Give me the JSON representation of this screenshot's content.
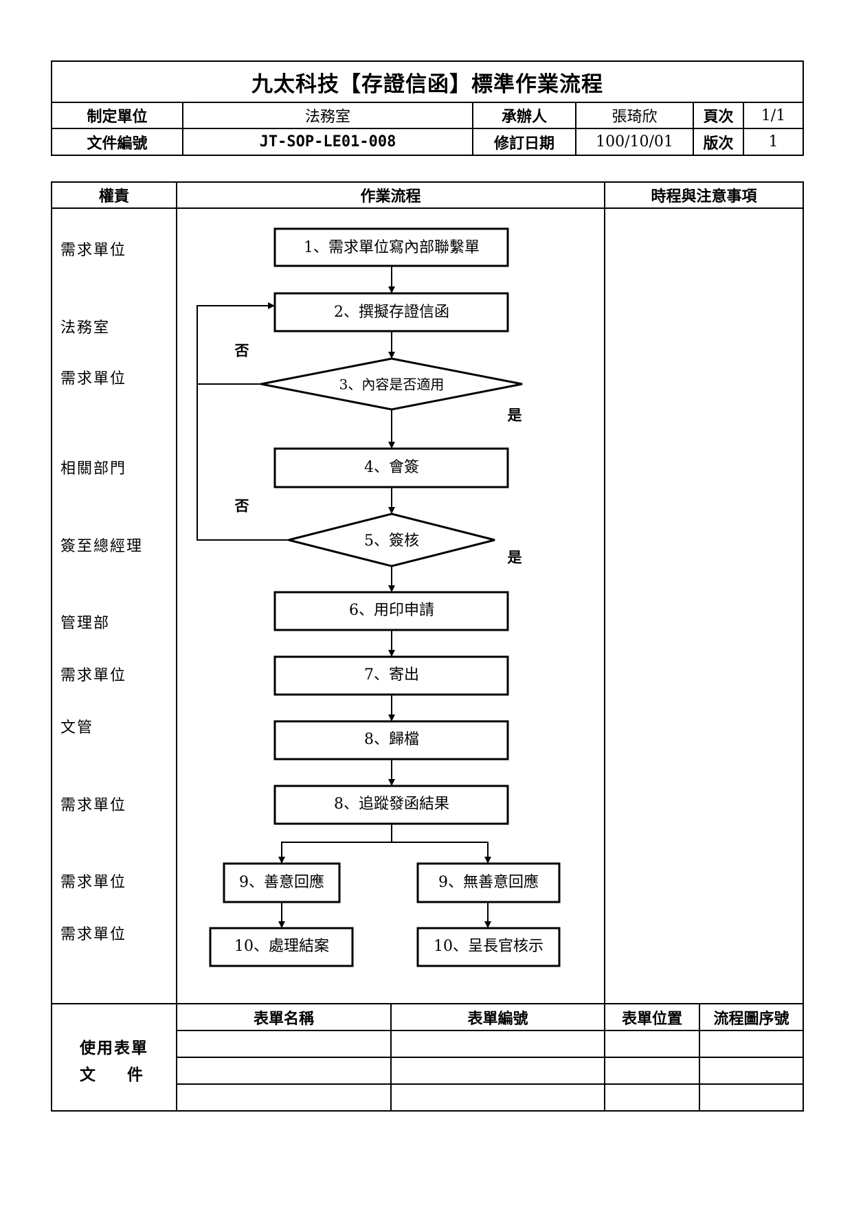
{
  "header": {
    "title": "九太科技【存證信函】標準作業流程",
    "row1": {
      "unit_label": "制定單位",
      "unit_value": "法務室",
      "handler_label": "承辦人",
      "handler_value": "張琦欣",
      "page_label": "頁次",
      "page_value": "1/1"
    },
    "row2": {
      "docno_label": "文件編號",
      "docno_value": "JT-SOP-LE01-008",
      "revdate_label": "修訂日期",
      "revdate_value": "100/10/01",
      "version_label": "版次",
      "version_value": "1"
    }
  },
  "main": {
    "col_responsibility": "權責",
    "col_flow": "作業流程",
    "col_notes": "時程與注意事項",
    "responsibilities": [
      "需求單位",
      "法務室",
      "需求單位",
      "相關部門",
      "簽至總經理",
      "管理部",
      "需求單位",
      "文管",
      "需求單位",
      "需求單位",
      "需求單位"
    ]
  },
  "flow": {
    "steps": {
      "s1": "1、需求單位寫內部聯繫單",
      "s2": "2、撰擬存證信函",
      "s3": "3、內容是否適用",
      "s4": "4、會簽",
      "s5": "5、簽核",
      "s6": "6、用印申請",
      "s7": "7、寄出",
      "s8": "8、歸檔",
      "s8b": "8、追蹤發函結果",
      "s9a": "9、善意回應",
      "s9b": "9、無善意回應",
      "s10a": "10、處理結案",
      "s10b": "10、呈長官核示"
    },
    "yes": "是",
    "no": "否"
  },
  "forms": {
    "label_line1": "使用表單",
    "label_line2": "文　　件",
    "headers": [
      "表單名稱",
      "表單編號",
      "表單位置",
      "流程圖序號"
    ]
  }
}
